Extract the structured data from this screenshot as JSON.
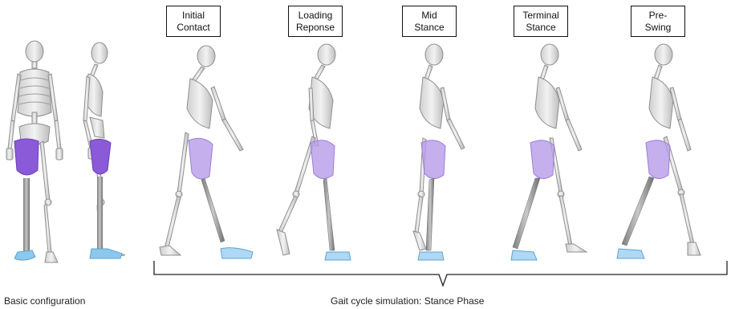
{
  "phases": [
    {
      "label": "Initial\nContact"
    },
    {
      "label": "Loading\nReponse"
    },
    {
      "label": "Mid\nStance"
    },
    {
      "label": "Terminal\nStance"
    },
    {
      "label": "Pre-\nSwing"
    }
  ],
  "captions": {
    "basic": "Basic configuration",
    "gait": "Gait cycle simulation: Stance Phase"
  },
  "colors": {
    "socket": "#8a5ad8",
    "socket_transparent": "#b79be8",
    "foot": "#8cc7ee",
    "bone": "#e6e6e6",
    "bone_edge": "#9a9a9a",
    "pylon": "#9c9c9c"
  }
}
